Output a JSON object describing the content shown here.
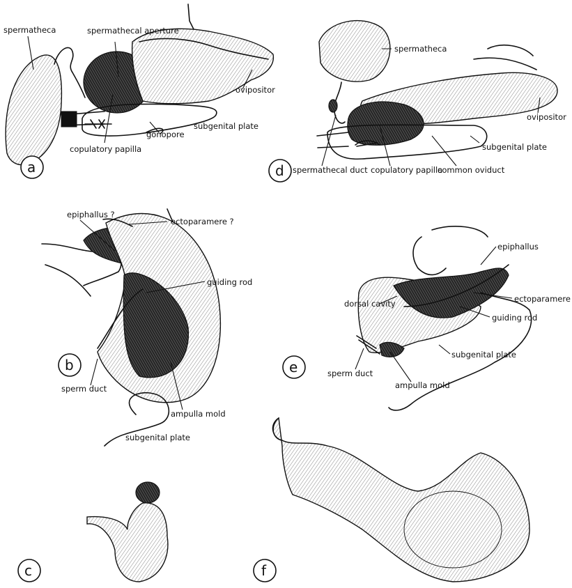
{
  "panels": {
    "a": {
      "letter": "a",
      "labels": {
        "spermatheca": "spermatheca",
        "spermathecal_aperture": "spermathecal aperture",
        "ovipositor": "ovipositor",
        "subgenital_plate": "subgenital plate",
        "gonopore": "gonopore",
        "copulatory_papilla": "copulatory papilla"
      }
    },
    "b": {
      "letter": "b",
      "labels": {
        "epiphallus": "epiphallus ?",
        "ectoparamere": "ectoparamere ?",
        "guiding_rod": "guiding rod",
        "sperm_duct": "sperm duct",
        "ampulla_mold": "ampulla mold",
        "subgenital_plate": "subgenital plate"
      }
    },
    "c": {
      "letter": "c"
    },
    "d": {
      "letter": "d",
      "labels": {
        "spermatheca": "spermatheca",
        "ovipositor": "ovipositor",
        "subgenital_plate": "subgenital plate",
        "spermathecal_duct": "spermathecal duct",
        "copulatory_papilla": "copulatory papilla",
        "common_oviduct": "common oviduct"
      }
    },
    "e": {
      "letter": "e",
      "labels": {
        "epiphallus": "epiphallus",
        "dorsal_cavity": "dorsal cavity",
        "ectoparamere": "ectoparamere ?",
        "guiding_rod": "guiding rod",
        "subgenital_plate": "subgenital plate",
        "sperm_duct": "sperm duct",
        "ampulla_mold": "ampulla mold"
      }
    },
    "f": {
      "letter": "f"
    }
  }
}
